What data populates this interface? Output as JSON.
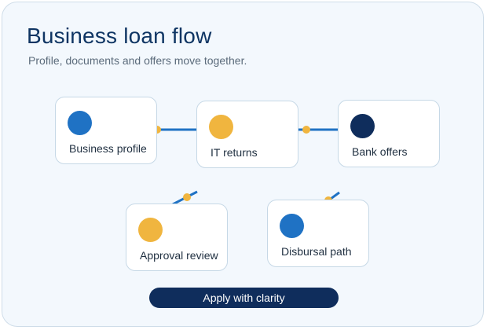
{
  "title": "Business loan flow",
  "subtitle": "Profile, documents and offers move together.",
  "nodes": [
    {
      "id": "business-profile",
      "label": "Business profile",
      "color": "#1f72c4"
    },
    {
      "id": "it-returns",
      "label": "IT returns",
      "color": "#f0b53f"
    },
    {
      "id": "bank-offers",
      "label": "Bank offers",
      "color": "#0f2d5c"
    },
    {
      "id": "approval-review",
      "label": "Approval review",
      "color": "#f0b53f"
    },
    {
      "id": "disbursal-path",
      "label": "Disbursal path",
      "color": "#1f72c4"
    }
  ],
  "cta": {
    "label": "Apply with clarity"
  },
  "colors": {
    "connector": "#1f72c4",
    "joint": "#f0b53f",
    "accent": "#0f2d5c"
  }
}
